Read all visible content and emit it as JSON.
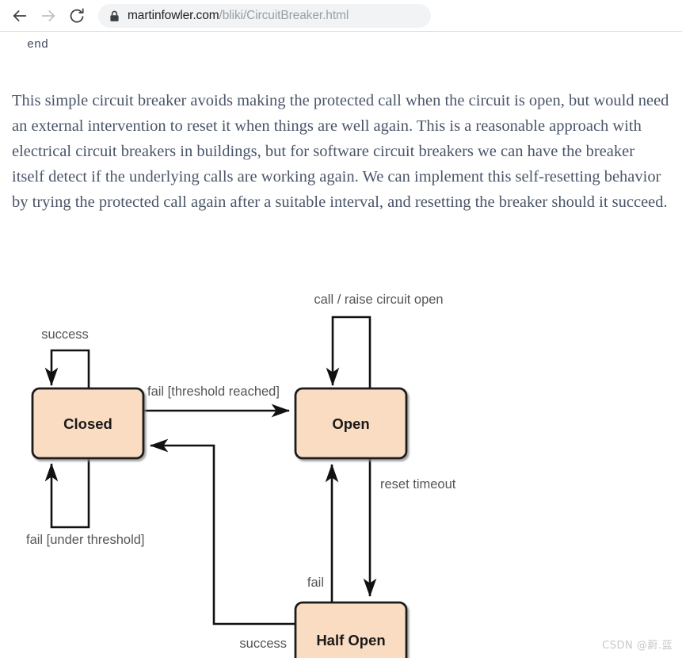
{
  "browser": {
    "back_icon": "arrow-left-icon",
    "forward_icon": "arrow-right-icon",
    "reload_icon": "reload-icon",
    "lock_icon": "lock-icon",
    "url_host": "martinfowler.com",
    "url_path": "/bliki/CircuitBreaker.html",
    "url_full": "martinfowler.com/bliki/CircuitBreaker.html"
  },
  "content": {
    "code_end": "end",
    "paragraph": "This simple circuit breaker avoids making the protected call when the circuit is open, but would need an external intervention to reset it when things are well again. This is a reasonable approach with electrical circuit breakers in buildings, but for software circuit breakers we can have the breaker itself detect if the underlying calls are working again. We can implement this self-resetting behavior by trying the protected call again after a suitable interval, and resetting the breaker should it succeed."
  },
  "diagram": {
    "type": "state-machine",
    "colors": {
      "state_fill": "#fadcc2",
      "state_stroke": "#1a1a1a",
      "edge_stroke": "#111111",
      "label_text": "#555555",
      "state_text": "#1a1a1a"
    },
    "states": [
      {
        "id": "closed",
        "label": "Closed"
      },
      {
        "id": "open",
        "label": "Open"
      },
      {
        "id": "half-open",
        "label": "Half Open"
      }
    ],
    "transitions": [
      {
        "id": "t1",
        "from": "closed",
        "to": "closed",
        "label": "success"
      },
      {
        "id": "t2",
        "from": "closed",
        "to": "closed",
        "label": "fail [under threshold]"
      },
      {
        "id": "t3",
        "from": "closed",
        "to": "open",
        "label": "fail [threshold reached]"
      },
      {
        "id": "t4",
        "from": "open",
        "to": "open",
        "label": "call / raise circuit open"
      },
      {
        "id": "t5",
        "from": "open",
        "to": "half-open",
        "label": "reset timeout"
      },
      {
        "id": "t6",
        "from": "half-open",
        "to": "open",
        "label": "fail"
      },
      {
        "id": "t7",
        "from": "half-open",
        "to": "closed",
        "label": "success"
      }
    ]
  },
  "watermark": "CSDN @蔚.蓝"
}
